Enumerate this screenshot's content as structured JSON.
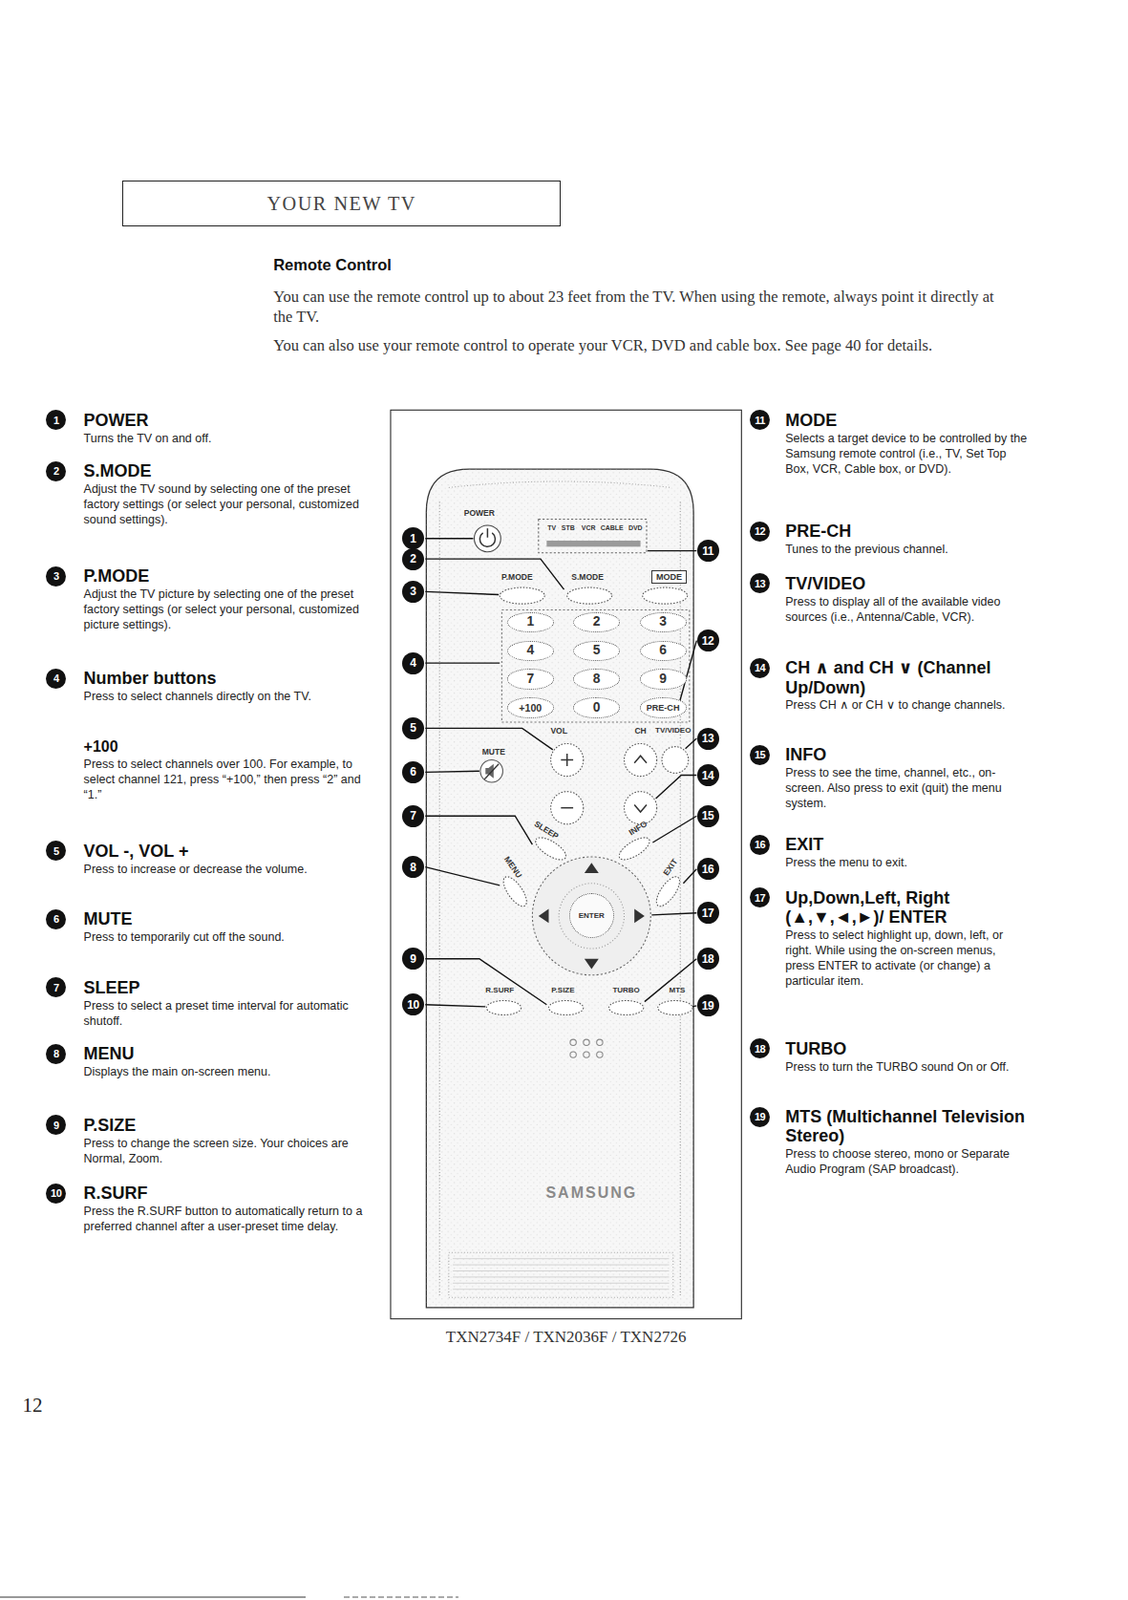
{
  "diagram": {
    "title": "Remote Control",
    "caption": "TXN2734F / TXN2036F / TXN2726",
    "nodes": [
      {
        "text": [
          "YOUR NEW TV"
        ]
      },
      {
        "text": [
          "MODE"
        ]
      },
      {
        "text": [
          "1"
        ]
      },
      {
        "text": [
          "2"
        ]
      },
      {
        "text": [
          "3"
        ]
      },
      {
        "text": [
          "4"
        ]
      },
      {
        "text": [
          "5"
        ]
      },
      {
        "text": [
          "6"
        ]
      },
      {
        "text": [
          "7"
        ]
      },
      {
        "text": [
          "8"
        ]
      },
      {
        "text": [
          "9"
        ]
      },
      {
        "text": [
          "+100"
        ]
      },
      {
        "text": [
          "0"
        ]
      },
      {
        "text": [
          "PRE-CH"
        ]
      },
      {
        "text": [
          "ENTER"
        ]
      }
    ],
    "labels": [
      "You can use the remote control up to about 23 feet from the TV. When using the remote, always point it directly at the TV.",
      "You can also use your remote control to operate your VCR, DVD and cable box. See page 40 for details.",
      "1",
      "POWER",
      "Turns the TV on and off.",
      "2",
      "S.MODE",
      "Adjust the TV sound by selecting one of the preset factory settings (or select your personal, customized sound settings).",
      "3",
      "P.MODE",
      "Adjust the TV picture by selecting one of the preset factory settings (or select your personal, customized picture settings).",
      "4",
      "Number buttons",
      "Press to select channels directly on the TV.",
      "+100",
      "Press to select channels over 100. For example, to select channel 121, press “+100,” then press “2” and “1.”",
      "5",
      "VOL -, VOL +",
      "Press to increase or decrease the volume.",
      "6",
      "MUTE",
      "Press to temporarily cut off the sound.",
      "7",
      "SLEEP",
      "Press to select a preset time interval for automatic shutoff.",
      "8",
      "MENU",
      "Displays the main on-screen menu.",
      "9",
      "P.SIZE",
      "Press to change the screen size. Your choices are Normal, Zoom.",
      "10",
      "R.SURF",
      "Press the R.SURF button to automatically return to a preferred channel after a user-preset time delay.",
      "11",
      "MODE",
      "Selects a target device to be controlled by the Samsung remote control (i.e., TV, Set Top Box, VCR, Cable box, or DVD).",
      "12",
      "PRE-CH",
      "Tunes to the previous channel.",
      "13",
      "TV/VIDEO",
      "Press to display all of the available video sources (i.e., Antenna/Cable, VCR).",
      "14",
      "CH ∧ and CH ∨ (Channel Up/Down)",
      "Press CH ∧ or CH ∨ to change channels.",
      "15",
      "INFO",
      "Press to see the time, channel, etc., on-screen. Also press to exit (quit) the menu system.",
      "16",
      "EXIT",
      "Press the menu to exit.",
      "17",
      "Up,Down,Left, Right (▲,▼,◄,►)/ ENTER",
      "Press to select highlight up, down, left, or right. While using the on-screen menus, press ENTER to activate (or change) a particular item.",
      "18",
      "TURBO",
      "Press to turn the TURBO sound On or Off.",
      "19",
      "MTS (Multichannel Television Stereo)",
      "Press to choose stereo, mono or Separate Audio Program (SAP broadcast).",
      "POWER",
      "TV",
      "STB",
      "VCR",
      "CABLE",
      "DVD",
      "P.MODE",
      "S.MODE",
      "VOL",
      "CH",
      "MUTE",
      "TV/VIDEO",
      "SLEEP",
      "INFO",
      "MENU",
      "EXIT",
      "R.SURF",
      "P.SIZE",
      "TURBO",
      "MTS",
      "1",
      "2",
      "3",
      "4",
      "5",
      "6",
      "7",
      "8",
      "9",
      "10",
      "11",
      "12",
      "13",
      "14",
      "15",
      "16",
      "17",
      "18",
      "19",
      "SAMSUNG",
      "12"
    ]
  }
}
